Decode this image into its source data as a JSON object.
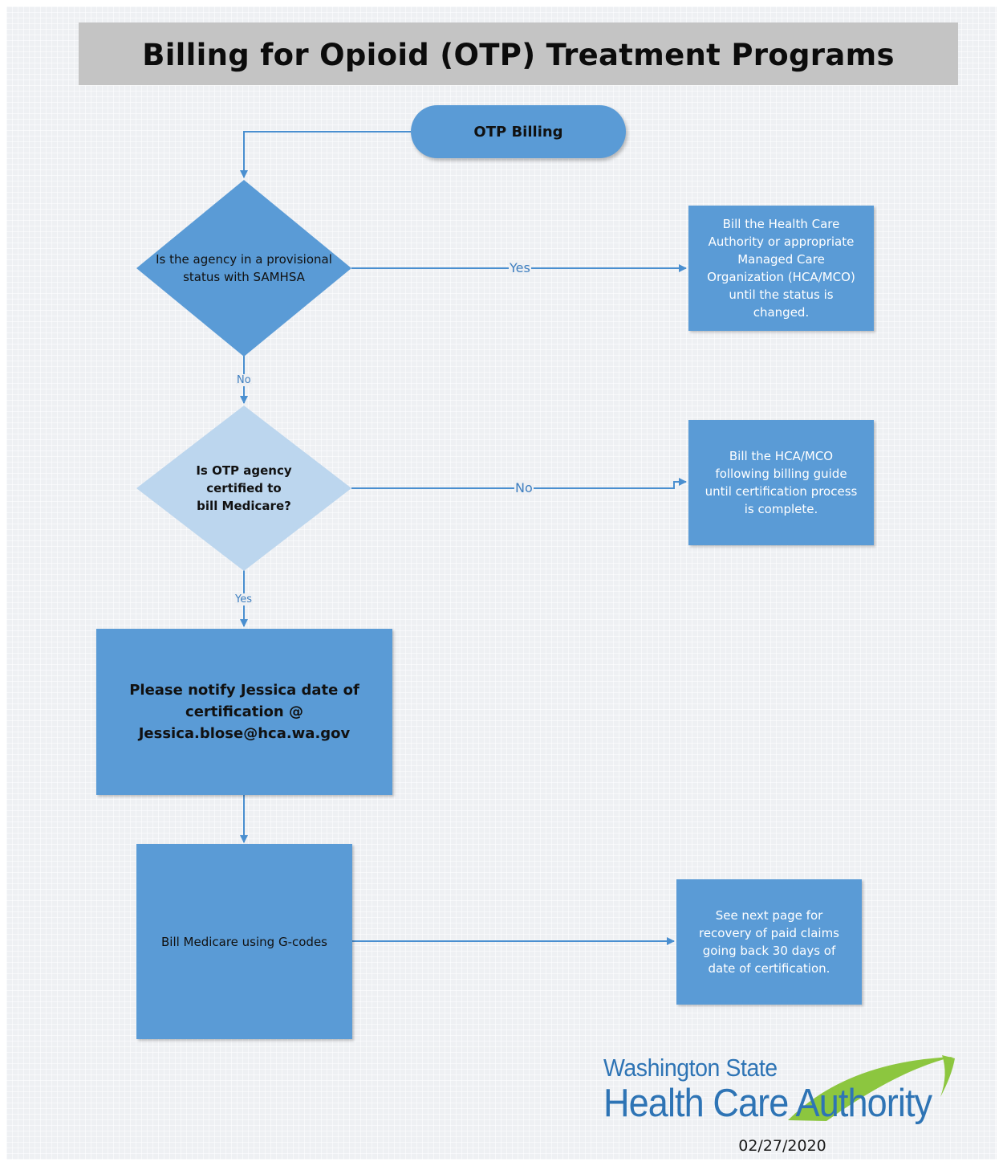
{
  "title": "Billing for Opioid (OTP) Treatment Programs",
  "nodes": {
    "start": "OTP Billing",
    "decision_provisional": [
      "Is the agency in a provisional",
      "status with SAMHSA"
    ],
    "bill_hca_mco_status": [
      "Bill the Health Care",
      "Authority or appropriate",
      "Managed Care",
      "Organization (HCA/MCO)",
      "until the status is",
      "changed."
    ],
    "decision_certified": [
      "Is OTP agency",
      "certified to",
      "bill Medicare?"
    ],
    "bill_hca_mco_cert": [
      "Bill the HCA/MCO",
      "following billing guide",
      "until certification process",
      "is complete."
    ],
    "notify_jessica": [
      "Please notify Jessica date of",
      "certification @",
      "Jessica.blose@hca.wa.gov"
    ],
    "bill_medicare": "Bill Medicare using G-codes",
    "see_next_page": [
      "See next page for",
      "recovery of paid claims",
      "going back 30 days of",
      "date of certification."
    ]
  },
  "edge_labels": {
    "provisional_yes": "Yes",
    "provisional_no": "No",
    "certified_no": "No",
    "certified_yes": "Yes"
  },
  "logo": {
    "line1": "Washington State",
    "line2_part1": "Health Care",
    "line2_part2": "Authority"
  },
  "date": "02/27/2020",
  "colors": {
    "node_fill": "#5a9bd6",
    "diamond_light": "#bcd6ee",
    "edge": "#4a8fd0",
    "title_bar": "#c4c4c4",
    "logo_blue": "#2e74b5",
    "logo_green": "#8cc63f"
  }
}
